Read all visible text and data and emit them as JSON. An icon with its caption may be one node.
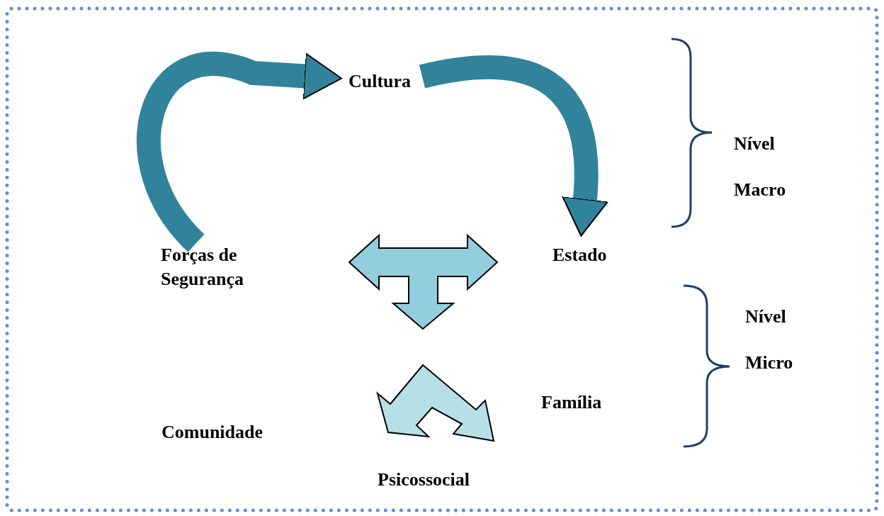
{
  "diagram": {
    "nodes": [
      {
        "text": [
          "Cultura"
        ]
      },
      {
        "text": [
          "Forças de Segurança"
        ]
      },
      {
        "text": [
          "Estado"
        ]
      },
      {
        "text": [
          "Comunidade"
        ]
      },
      {
        "text": [
          "Família"
        ]
      },
      {
        "text": [
          "Psicossocial"
        ]
      },
      {
        "text": [],
        "shape": "arrow"
      },
      {
        "text": [],
        "shape": "arrow"
      }
    ],
    "edges": [
      {
        "from": 1,
        "to": 0,
        "arrow": "to"
      },
      {
        "from": 0,
        "to": 2,
        "arrow": "to"
      }
    ],
    "labels": [
      "Nível Macro",
      "Nível Micro"
    ]
  }
}
